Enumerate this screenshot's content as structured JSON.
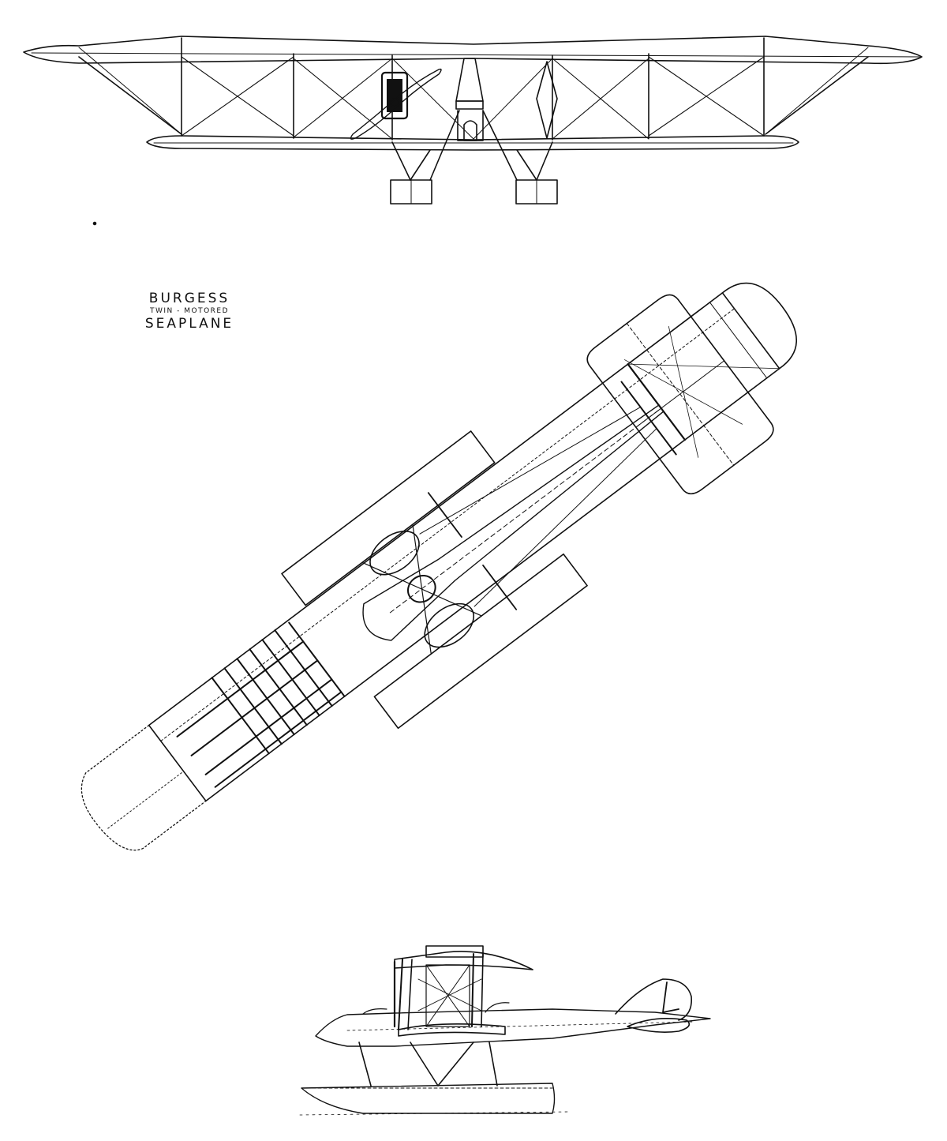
{
  "title": {
    "line1": "BURGESS",
    "line2": "TWIN - MOTORED",
    "line3": "SEAPLANE"
  },
  "views": [
    "front-view",
    "plan-view",
    "side-view"
  ],
  "colors": {
    "ink": "#111111",
    "paper": "#ffffff"
  }
}
